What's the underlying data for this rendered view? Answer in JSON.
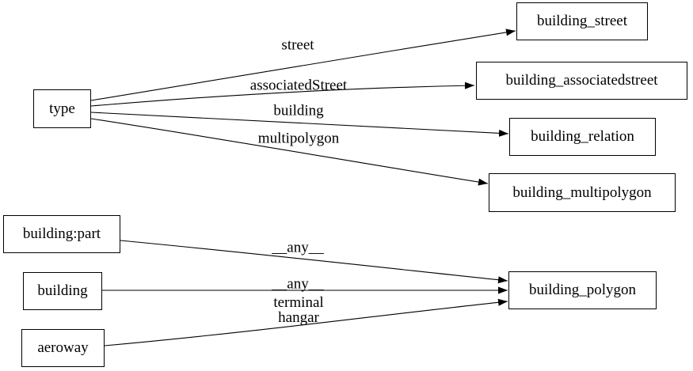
{
  "diagram": {
    "colors": {
      "background": "#ffffff",
      "node_border": "#000000",
      "edge": "#000000",
      "text": "#000000"
    },
    "nodes": [
      {
        "id": "type",
        "label": "type"
      },
      {
        "id": "building:part",
        "label": "building:part"
      },
      {
        "id": "building",
        "label": "building"
      },
      {
        "id": "aeroway",
        "label": "aeroway"
      },
      {
        "id": "building_street",
        "label": "building_street"
      },
      {
        "id": "building_associatedstreet",
        "label": "building_associatedstreet"
      },
      {
        "id": "building_relation",
        "label": "building_relation"
      },
      {
        "id": "building_multipolygon",
        "label": "building_multipolygon"
      },
      {
        "id": "building_polygon",
        "label": "building_polygon"
      }
    ],
    "edges": [
      {
        "from": "type",
        "to": "building_street",
        "lines": [
          "street"
        ]
      },
      {
        "from": "type",
        "to": "building_associatedstreet",
        "lines": [
          "associatedStreet"
        ]
      },
      {
        "from": "type",
        "to": "building_relation",
        "lines": [
          "building"
        ]
      },
      {
        "from": "type",
        "to": "building_multipolygon",
        "lines": [
          "multipolygon"
        ]
      },
      {
        "from": "building:part",
        "to": "building_polygon",
        "lines": [
          "__any__"
        ]
      },
      {
        "from": "building",
        "to": "building_polygon",
        "lines": [
          "__any__"
        ]
      },
      {
        "from": "aeroway",
        "to": "building_polygon",
        "lines": [
          "terminal",
          "hangar"
        ]
      }
    ]
  }
}
